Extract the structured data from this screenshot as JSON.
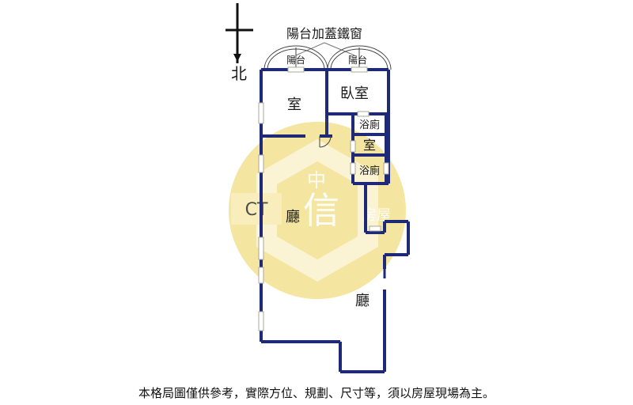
{
  "compass": {
    "north_label": "北"
  },
  "annotations": {
    "balcony_cover": "陽台加蓋鐵窗"
  },
  "rooms": {
    "balcony_left": "陽台",
    "balcony_right": "陽台",
    "room_main": "室",
    "bedroom": "臥室",
    "bath_upper": "浴廁",
    "room_small": "室",
    "bath_lower": "浴廁",
    "hall_upper": "廳",
    "hall_lower": "廳"
  },
  "watermark": {
    "cjk_left": "中",
    "cjk_center": "信",
    "cjk_right": "房屋"
  },
  "footer": {
    "disclaimer": "本格局圖僅供參考，實際方位、規劃、尺寸等，須以房屋現場為主。"
  },
  "colors": {
    "wall": "#1e2a78",
    "watermark": "#f2e28e",
    "window": "#a8a898"
  }
}
